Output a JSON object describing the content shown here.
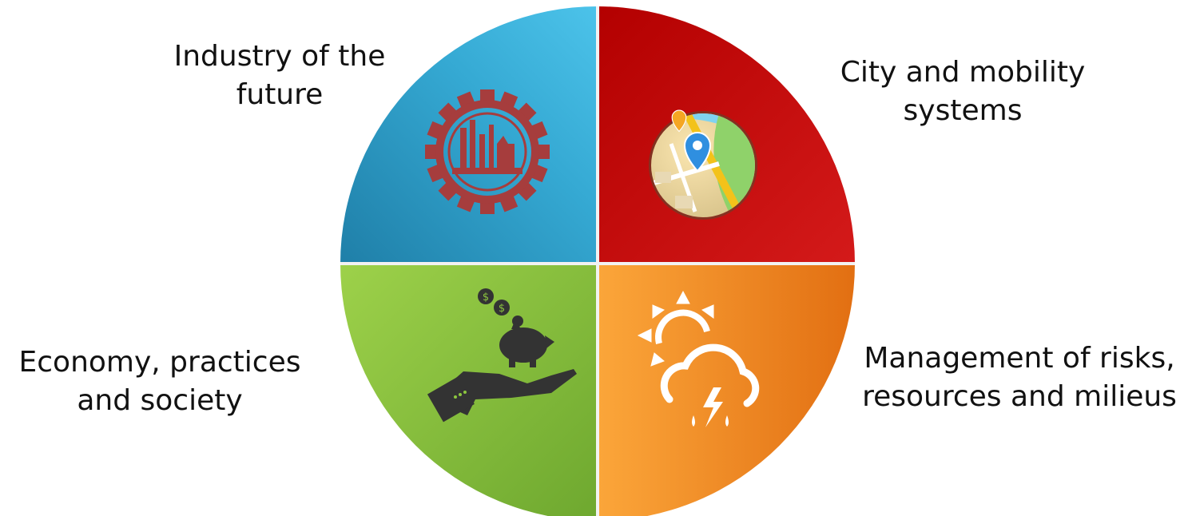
{
  "quadrants": [
    {
      "id": "industry",
      "label_lines": [
        "Industry of the",
        "future"
      ],
      "color": "#3aaed6",
      "icon": "factory-gear-icon"
    },
    {
      "id": "city",
      "label_lines": [
        "City and  mobility",
        "systems"
      ],
      "color": "#c90d0d",
      "icon": "map-pin-icon"
    },
    {
      "id": "economy",
      "label_lines": [
        "Economy, practices",
        "and society"
      ],
      "color": "#8cc63f",
      "icon": "hand-piggy-bank-icon"
    },
    {
      "id": "management",
      "label_lines": [
        "Management of risks,",
        "resources and milieus"
      ],
      "color": "#f28a1e",
      "icon": "sun-storm-cloud-icon"
    }
  ]
}
